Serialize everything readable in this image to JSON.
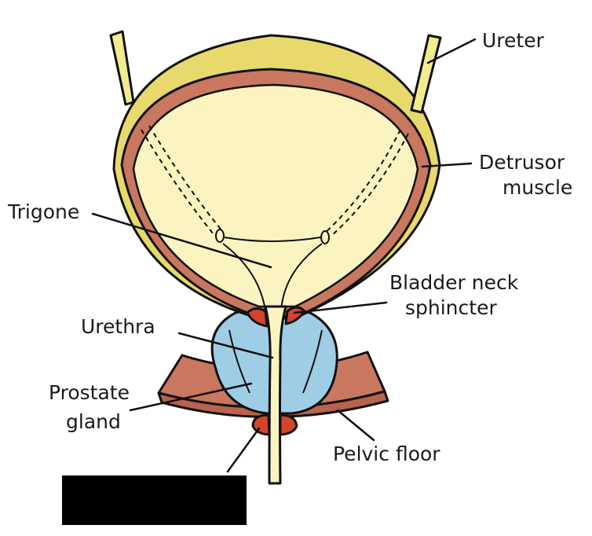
{
  "labels": {
    "ureter": "Ureter",
    "detrusor_line1": "Detrusor",
    "detrusor_line2": "muscle",
    "trigone": "Trigone",
    "bladder_neck_line1": "Bladder neck",
    "bladder_neck_line2": "sphincter",
    "urethra": "Urethra",
    "prostate_line1": "Prostate",
    "prostate_line2": "gland",
    "pelvic_floor": "Pelvic floor"
  },
  "colors": {
    "outer_wall": "#e8d96c",
    "muscle": "#c9775f",
    "lumen": "#fbf4c0",
    "prostate": "#9fcde6",
    "sphincter": "#d5432c",
    "pelvic_floor": "#c9775f",
    "redaction": "#000000"
  }
}
